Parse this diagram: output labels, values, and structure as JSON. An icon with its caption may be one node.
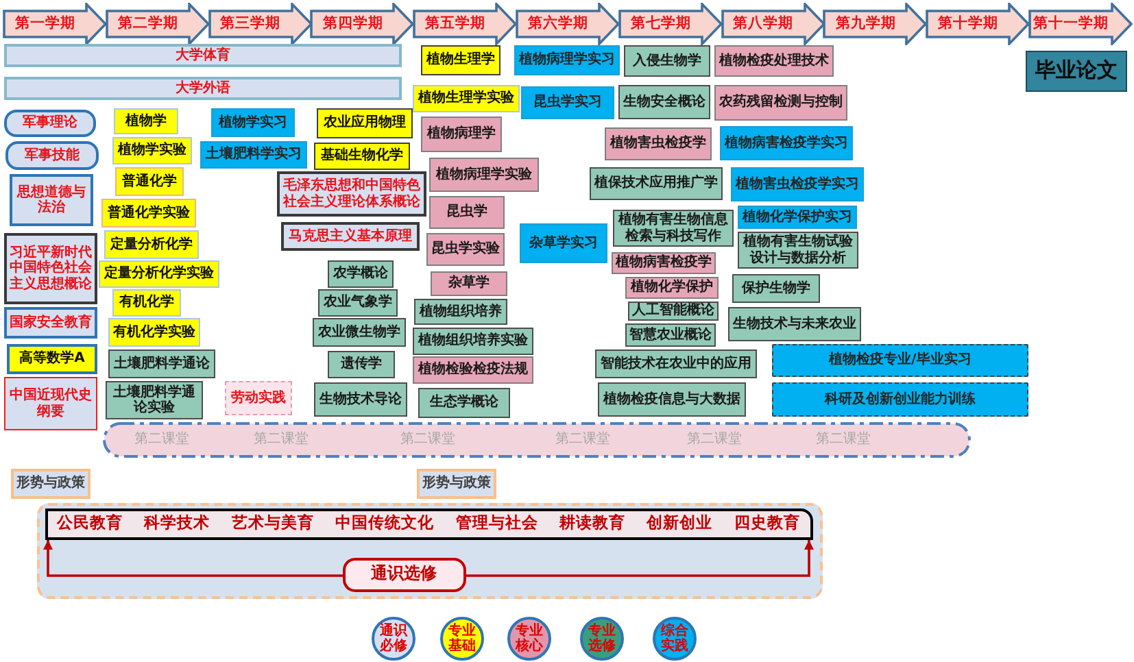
{
  "diagram": {
    "nodes": [
      {
        "text": [
          "第一学期"
        ]
      },
      {
        "text": [
          "第二学期"
        ]
      },
      {
        "text": [
          "第三学期"
        ]
      },
      {
        "text": [
          "第四学期"
        ]
      },
      {
        "text": [
          "第五学期"
        ]
      },
      {
        "text": [
          "第六学期"
        ]
      },
      {
        "text": [
          "第七学期"
        ]
      },
      {
        "text": [
          "第八学期"
        ]
      },
      {
        "text": [
          "第九学期"
        ]
      },
      {
        "text": [
          "第十学期"
        ]
      },
      {
        "text": [
          "第十一学期"
        ]
      },
      {
        "text": [
          "大学体育"
        ]
      },
      {
        "text": [
          "大学外语"
        ]
      },
      {
        "text": [
          "军事理论"
        ]
      },
      {
        "text": [
          "军事技能"
        ]
      },
      {
        "text": [
          "思想道德与法治"
        ]
      },
      {
        "text": [
          "习近平新时代中国特色社会主义思想概论"
        ]
      },
      {
        "text": [
          "国家安全教育"
        ]
      },
      {
        "text": [
          "高等数学A"
        ]
      },
      {
        "text": [
          "中国近现代史纲要"
        ]
      },
      {
        "text": [
          "植物学"
        ]
      },
      {
        "text": [
          "植物学实验"
        ]
      },
      {
        "text": [
          "普通化学"
        ]
      },
      {
        "text": [
          "普通化学实验"
        ]
      },
      {
        "text": [
          "定量分析化学"
        ]
      },
      {
        "text": [
          "定量分析化学实验"
        ]
      },
      {
        "text": [
          "有机化学"
        ]
      },
      {
        "text": [
          "有机化学实验"
        ]
      },
      {
        "text": [
          "土壤肥料学通论"
        ]
      },
      {
        "text": [
          "土壤肥料学通论实验"
        ]
      },
      {
        "text": [
          "植物学实习"
        ]
      },
      {
        "text": [
          "土壤肥料学实习"
        ]
      },
      {
        "text": [
          "劳动实践"
        ]
      },
      {
        "text": [
          "农业应用物理"
        ]
      },
      {
        "text": [
          "基础生物化学"
        ]
      },
      {
        "text": [
          "毛泽东思想和中国特色社会主义理论体系概论"
        ]
      },
      {
        "text": [
          "马克思主义基本原理"
        ]
      },
      {
        "text": [
          "农学概论"
        ]
      },
      {
        "text": [
          "农业气象学"
        ]
      },
      {
        "text": [
          "农业微生物学"
        ]
      },
      {
        "text": [
          "遗传学"
        ]
      },
      {
        "text": [
          "生物技术导论"
        ]
      },
      {
        "text": [
          "植物生理学"
        ]
      },
      {
        "text": [
          "植物生理学实验"
        ]
      },
      {
        "text": [
          "植物病理学"
        ]
      },
      {
        "text": [
          "植物病理学实验"
        ]
      },
      {
        "text": [
          "昆虫学"
        ]
      },
      {
        "text": [
          "昆虫学实验"
        ]
      },
      {
        "text": [
          "杂草学"
        ]
      },
      {
        "text": [
          "植物组织培养"
        ]
      },
      {
        "text": [
          "植物组织培养实验"
        ]
      },
      {
        "text": [
          "植物检验检疫法规"
        ]
      },
      {
        "text": [
          "生态学概论"
        ]
      },
      {
        "text": [
          "植物病理学实习"
        ]
      },
      {
        "text": [
          "昆虫学实习"
        ]
      },
      {
        "text": [
          "杂草学实习"
        ]
      },
      {
        "text": [
          "入侵生物学"
        ]
      },
      {
        "text": [
          "生物安全概论"
        ]
      },
      {
        "text": [
          "植物害虫检疫学"
        ]
      },
      {
        "text": [
          "植保技术应用推广学"
        ]
      },
      {
        "text": [
          "植物有害生物信息检索与科技写作"
        ]
      },
      {
        "text": [
          "植物病害检疫学"
        ]
      },
      {
        "text": [
          "植物化学保护"
        ]
      },
      {
        "text": [
          "人工智能概论"
        ]
      },
      {
        "text": [
          "智慧农业概论"
        ]
      },
      {
        "text": [
          "智能技术在农业中的应用"
        ]
      },
      {
        "text": [
          "植物检疫信息与大数据"
        ]
      },
      {
        "text": [
          "植物检疫处理技术"
        ]
      },
      {
        "text": [
          "农药残留检测与控制"
        ]
      },
      {
        "text": [
          "植物病害检疫学实习"
        ]
      },
      {
        "text": [
          "植物害虫检疫学实习"
        ]
      },
      {
        "text": [
          "植物化学保护实习"
        ]
      },
      {
        "text": [
          "植物有害生物试验设计与数据分析"
        ]
      },
      {
        "text": [
          "保护生物学"
        ]
      },
      {
        "text": [
          "生物技术与未来农业"
        ]
      },
      {
        "text": [
          "植物检疫专业/毕业实习"
        ]
      },
      {
        "text": [
          "科研及创新创业能力训练"
        ]
      },
      {
        "text": [
          "毕业论文"
        ]
      },
      {
        "text": [
          "第二课堂",
          "第二课堂",
          "第二课堂",
          "第二课堂",
          "第二课堂",
          "第二课堂"
        ]
      },
      {
        "text": [
          "形势与政策"
        ]
      },
      {
        "text": [
          "形势与政策"
        ]
      },
      {
        "text": [],
        "shape": "box"
      },
      {
        "text": [
          "公民教育",
          "科学技术",
          "艺术与美育",
          "中国传统文化",
          "管理与社会",
          "耕读教育",
          "创新创业",
          "四史教育"
        ],
        "in": 81
      },
      {
        "text": [
          "通识选修"
        ],
        "in": 81
      }
    ],
    "edges": [
      {
        "from": 83,
        "to": 82,
        "arrow": "to"
      },
      {
        "from": 83,
        "to": 82,
        "arrow": "to"
      }
    ],
    "legend": [
      {
        "text": "通识必修",
        "color": "#d6dff0"
      },
      {
        "text": "专业基础",
        "color": "#ffff00"
      },
      {
        "text": "专业核心",
        "color": "#e296ab"
      },
      {
        "text": "专业选修",
        "color": "#3a9e7c"
      },
      {
        "text": "综合实践",
        "color": "#00b0f0"
      }
    ]
  }
}
